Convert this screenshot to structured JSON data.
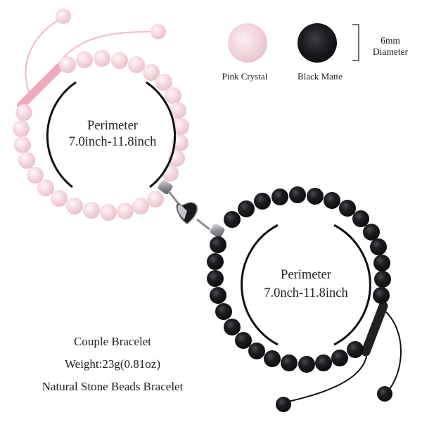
{
  "product": {
    "title": "Couple Bracelet",
    "weight": "Weight:23g(0.81oz)",
    "material": "Natural Stone Beads Bracelet"
  },
  "swatches": [
    {
      "label": "Pink Crystal",
      "color": "#f1d3da"
    },
    {
      "label": "Black Matte",
      "color": "#1c1c1e"
    }
  ],
  "bead_size": {
    "value": "6mm",
    "label": "Diameter"
  },
  "bracelets": {
    "pink": {
      "perimeter_label": "Perimeter",
      "perimeter_value": "7.0inch-11.8inch",
      "bead_color": "#f3d5dc",
      "cord_color": "#f0b9c8"
    },
    "black": {
      "perimeter_label": "Perimeter",
      "perimeter_value": "7.0nch-11.8inch",
      "bead_color": "#151517",
      "cord_color": "#111111"
    }
  },
  "clasp": {
    "type": "magnetic heart",
    "color": "#9a9a9e"
  }
}
